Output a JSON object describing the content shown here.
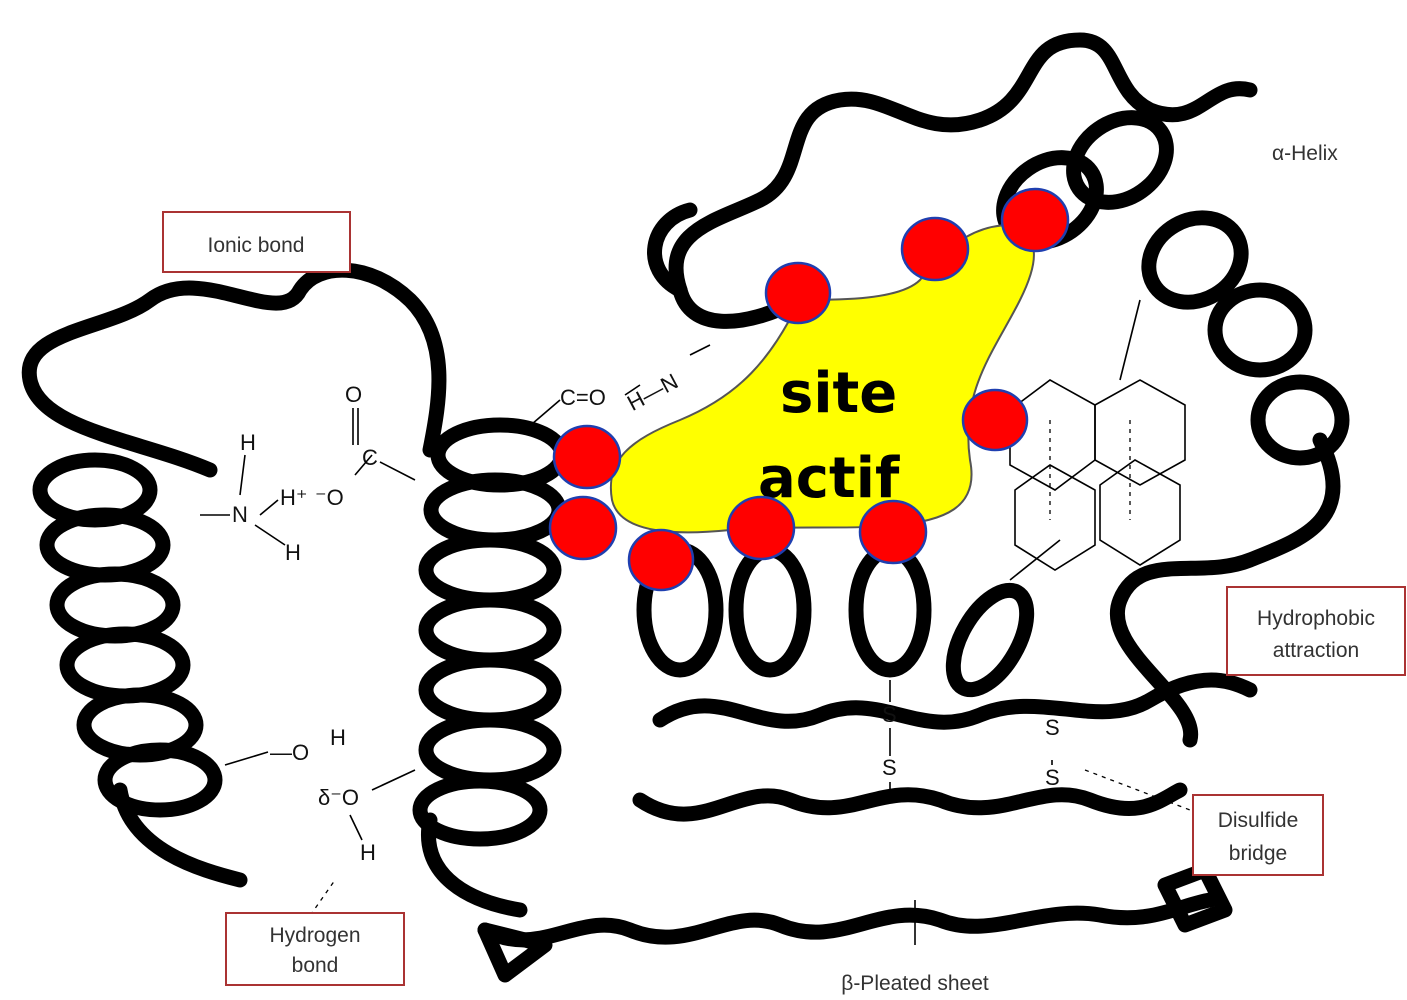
{
  "labels": {
    "alpha_helix": "α-Helix",
    "ionic_bond": "Ionic bond",
    "hydrophobic_line1": "Hydrophobic",
    "hydrophobic_line2": "attraction",
    "disulfide_line1": "Disulfide",
    "disulfide_line2": "bridge",
    "hydrogen_line1": "Hydrogen",
    "hydrogen_line2": "bond",
    "beta_sheet": "β-Pleated sheet"
  },
  "active_site": {
    "line1": "site",
    "line2": "actif",
    "fill_color": "#ffff00",
    "residue_color": "#ff0000",
    "residue_outline": "#1f3fb0"
  },
  "chemistry": {
    "ionic_H_top": "H",
    "ionic_N": "N",
    "ionic_H_bottom": "H",
    "ionic_H_plus": "H⁺",
    "ionic_O_minus": "⁻O",
    "ionic_C": "C",
    "ionic_O_top": "O",
    "carbonyl": "C=O",
    "amide": "H—N",
    "hbond_O": "—O",
    "hbond_H": "H",
    "hbond_delta_O": "δ⁻O",
    "hbond_H2": "H",
    "s1": "S",
    "s2": "S",
    "s3": "S",
    "s4": "S"
  }
}
